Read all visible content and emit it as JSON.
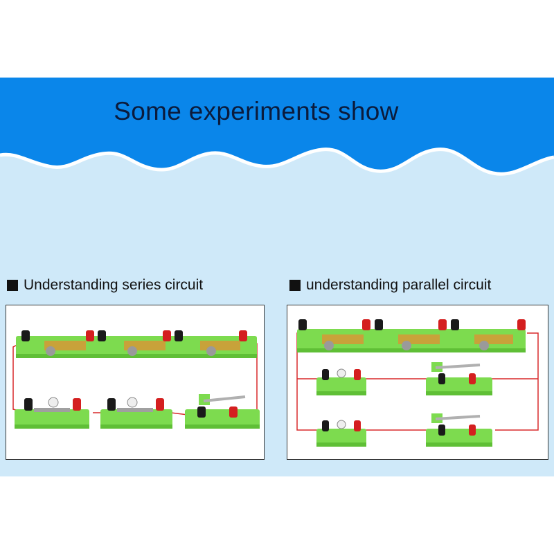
{
  "header": {
    "title": "Some experiments show"
  },
  "sections": [
    {
      "heading": "Understanding series circuit"
    },
    {
      "heading": "understanding parallel circuit"
    }
  ],
  "colors": {
    "banner": "#0a86ea",
    "background": "#cfe9f9",
    "module_green": "#7ddb4f",
    "wire": "#d8282a",
    "terminal_red": "#d41f1f",
    "terminal_black": "#1a1a1a"
  },
  "icons": [
    "battery-holder",
    "bulb-base",
    "knife-switch",
    "terminal-post"
  ]
}
